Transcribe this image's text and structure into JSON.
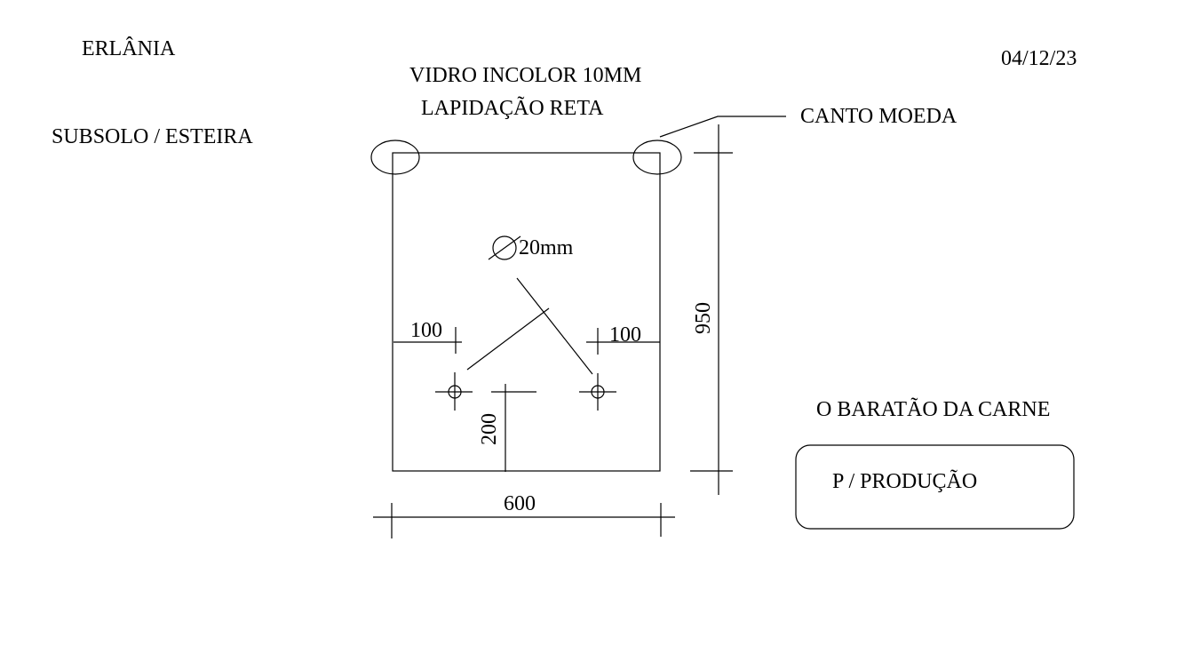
{
  "header": {
    "client": "ERLÂNIA",
    "location": "SUBSOLO / ESTEIRA",
    "date": "04/12/23"
  },
  "spec": {
    "glass": "VIDRO INCOLOR 10MM",
    "edge": "LAPIDAÇÃO RETA",
    "corner_callout": "CANTO MOEDA"
  },
  "dimensions": {
    "hole_diameter": "20mm",
    "left_hole_offset": "100",
    "right_hole_offset": "100",
    "hole_height": "200",
    "width": "600",
    "height": "950"
  },
  "footer": {
    "company": "O BARATÃO DA  CARNE",
    "status": "P / PRODUÇÃO"
  }
}
